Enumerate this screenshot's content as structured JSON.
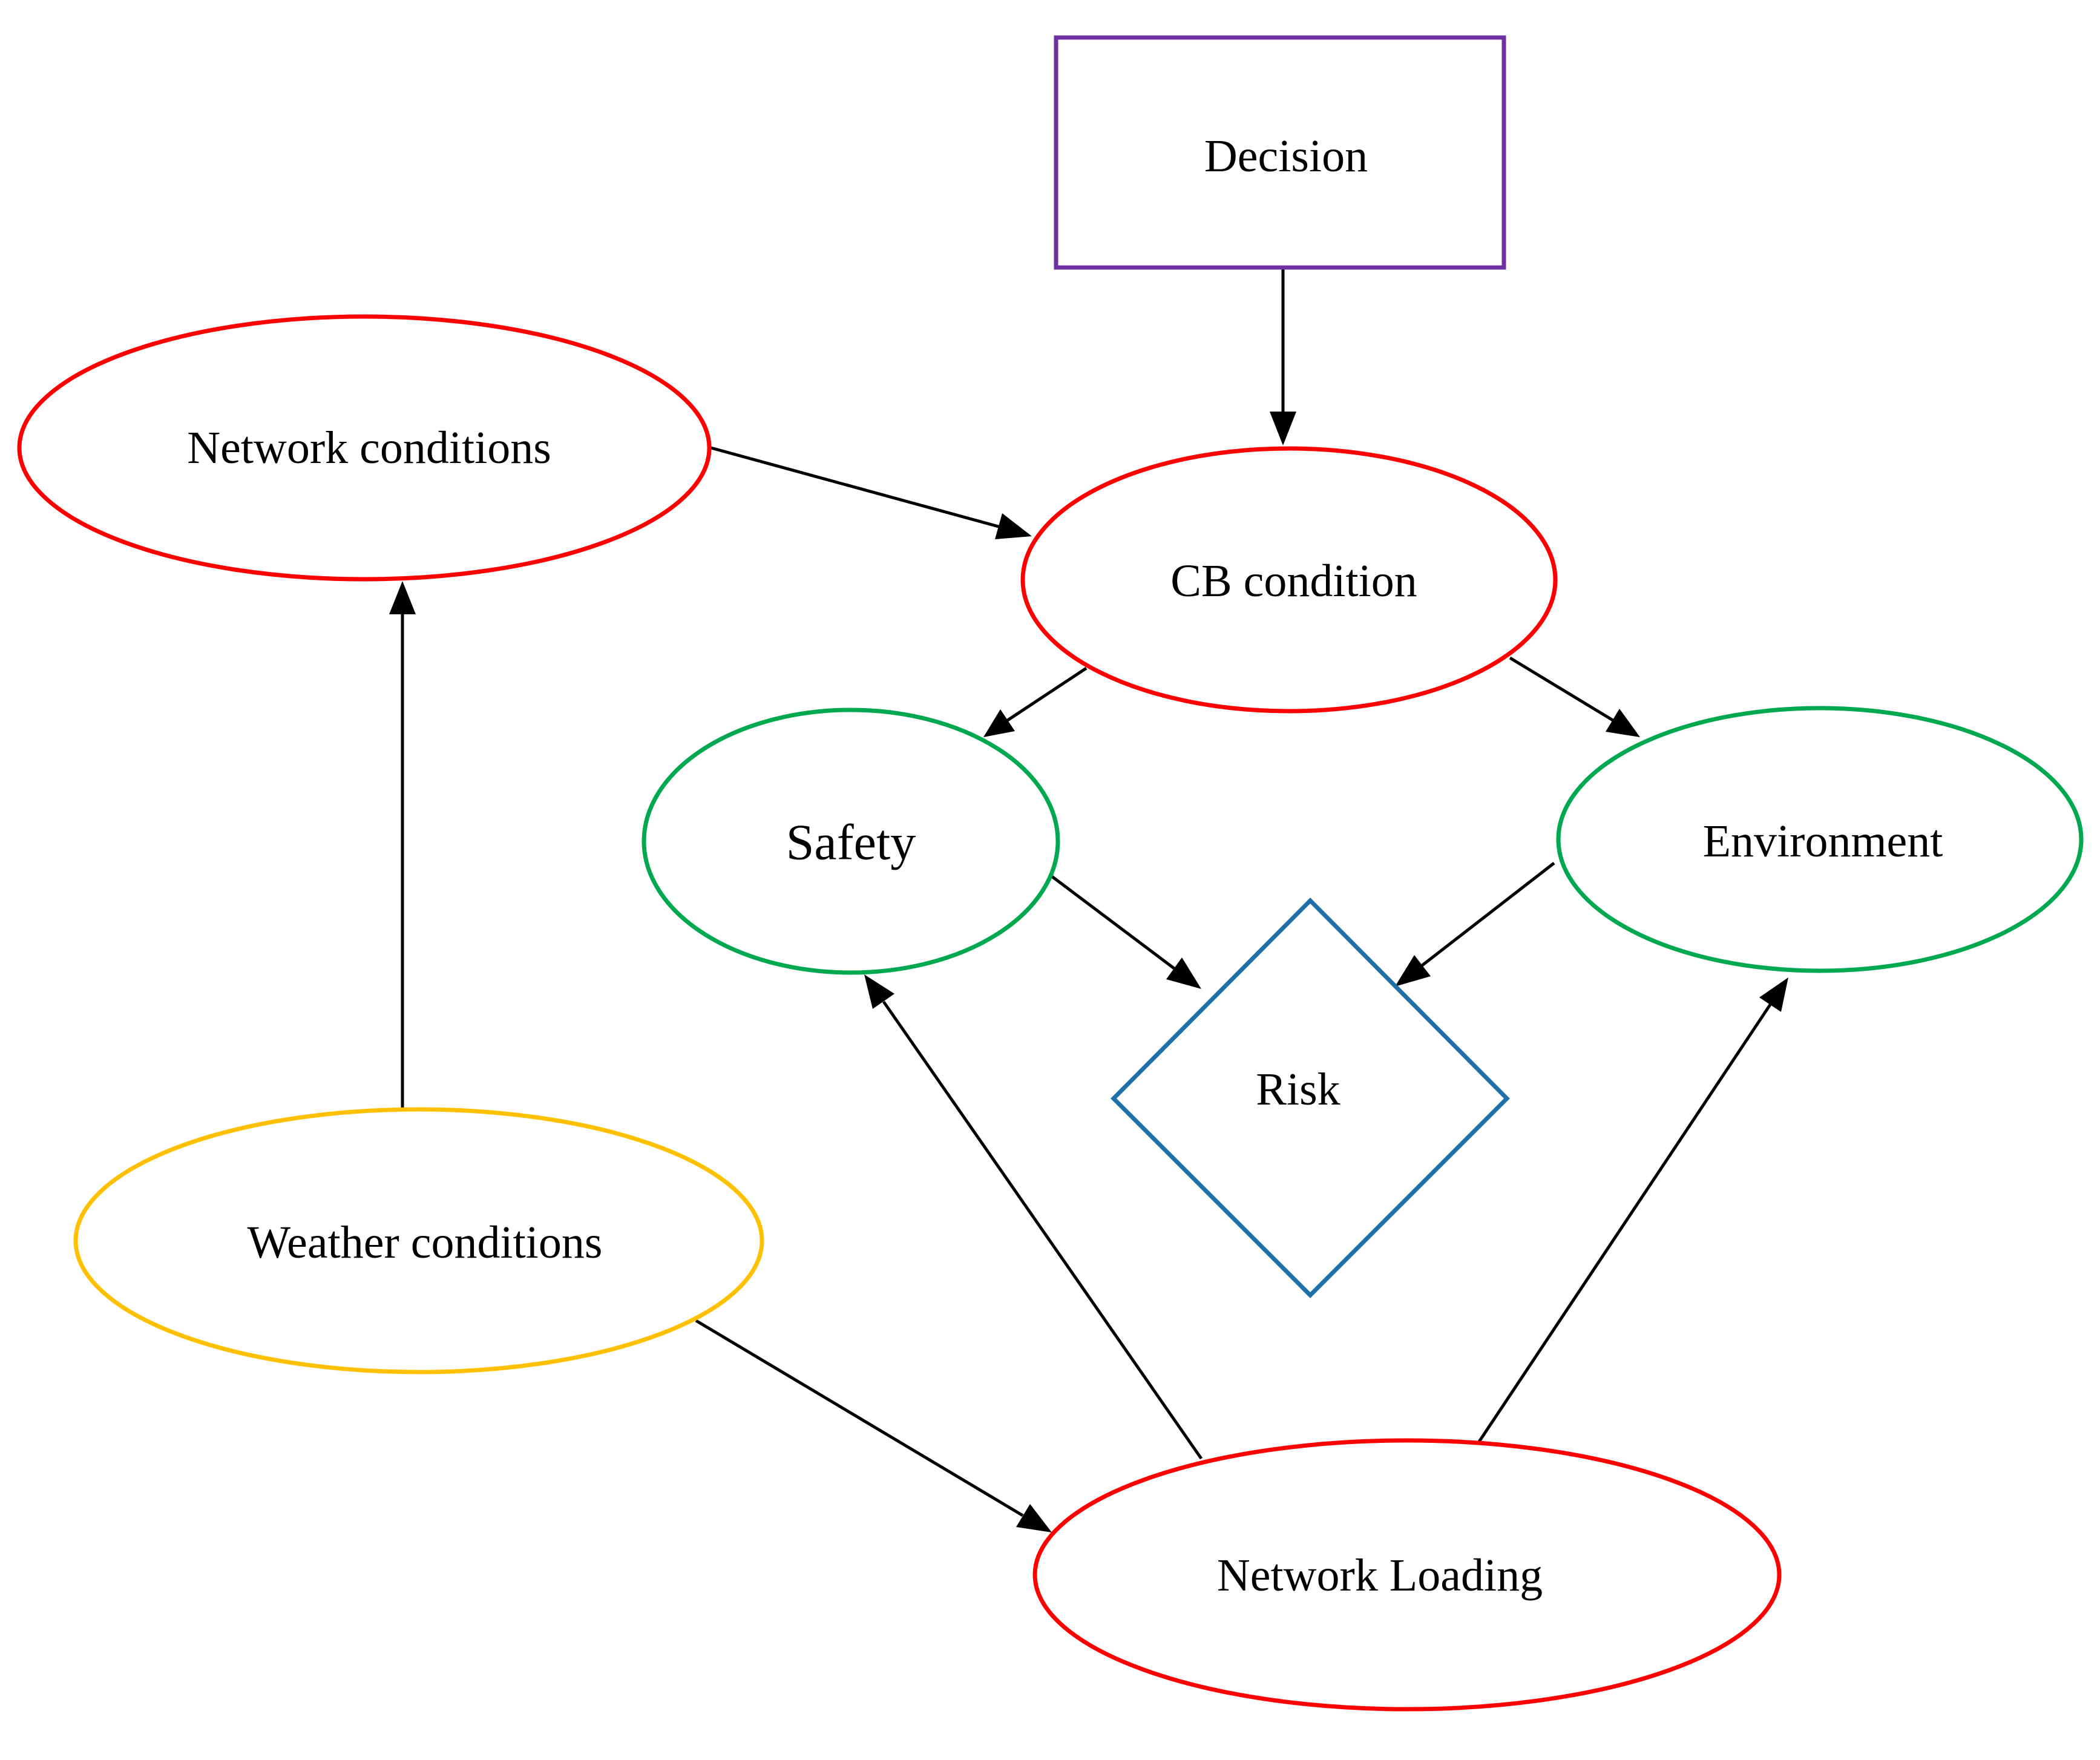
{
  "colors": {
    "decision": "#7030A0",
    "chance": "#FF0000",
    "consequence": "#00A84F",
    "risk": "#1F6FA8",
    "weather": "#FFC000",
    "edge": "#000000"
  },
  "nodes": {
    "decision": {
      "label": "Decision",
      "shape": "rectangle",
      "color": "decision"
    },
    "cb_condition": {
      "label": "CB condition",
      "shape": "ellipse",
      "color": "chance"
    },
    "network_conditions": {
      "label": "Network conditions",
      "shape": "ellipse",
      "color": "chance"
    },
    "safety": {
      "label": "Safety",
      "shape": "ellipse",
      "color": "consequence"
    },
    "environment": {
      "label": "Environment",
      "shape": "ellipse",
      "color": "consequence"
    },
    "risk": {
      "label": "Risk",
      "shape": "diamond",
      "color": "risk"
    },
    "weather_conditions": {
      "label": "Weather conditions",
      "shape": "ellipse",
      "color": "weather"
    },
    "network_loading": {
      "label": "Network Loading",
      "shape": "ellipse",
      "color": "chance"
    }
  },
  "edges": [
    {
      "from": "decision",
      "to": "cb_condition"
    },
    {
      "from": "network_conditions",
      "to": "cb_condition"
    },
    {
      "from": "cb_condition",
      "to": "safety"
    },
    {
      "from": "cb_condition",
      "to": "environment"
    },
    {
      "from": "safety",
      "to": "risk"
    },
    {
      "from": "environment",
      "to": "risk"
    },
    {
      "from": "weather_conditions",
      "to": "network_conditions"
    },
    {
      "from": "weather_conditions",
      "to": "network_loading"
    },
    {
      "from": "network_loading",
      "to": "safety"
    },
    {
      "from": "network_loading",
      "to": "environment"
    }
  ]
}
